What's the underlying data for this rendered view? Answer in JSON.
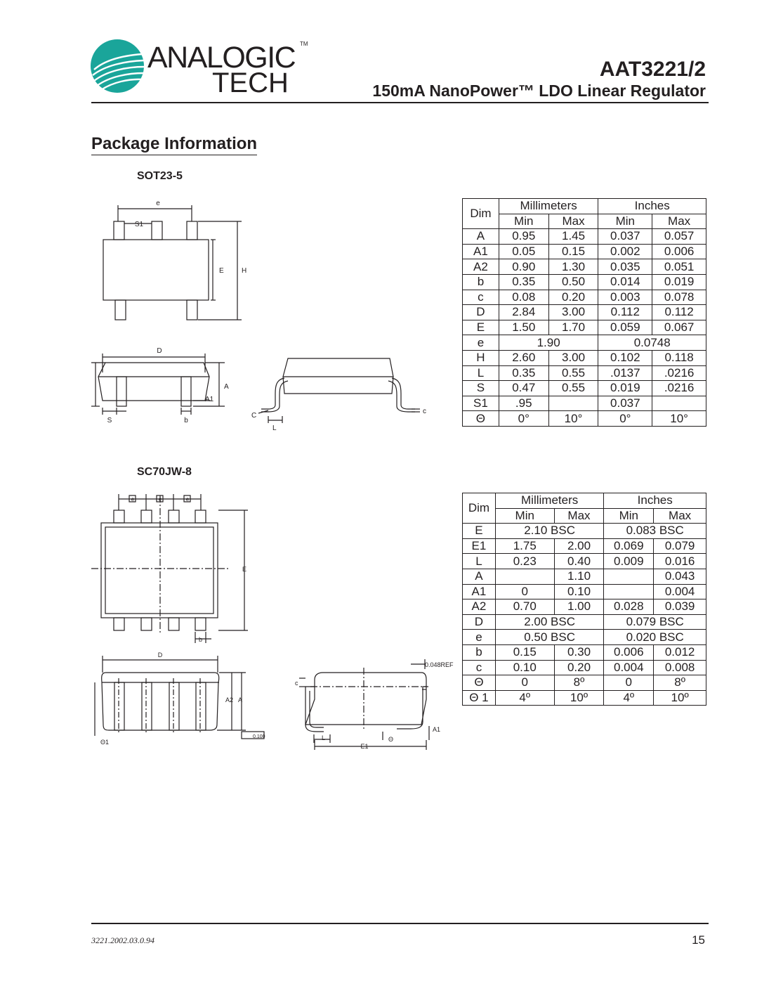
{
  "header": {
    "logo_line1": "ANALOGIC",
    "logo_line2": "TECH",
    "logo_tm": "TM",
    "part_number": "AAT3221/2",
    "subtitle": "150mA NanoPower™ LDO Linear Regulator"
  },
  "section_title": "Package Information",
  "packages": [
    {
      "name": "SOT23-5",
      "table": {
        "dim_header": "Dim",
        "group_headers": [
          "Millimeters",
          "Inches"
        ],
        "sub_headers": [
          "Min",
          "Max",
          "Min",
          "Max"
        ],
        "rows": [
          {
            "dim": "A",
            "mm_min": "0.95",
            "mm_max": "1.45",
            "in_min": "0.037",
            "in_max": "0.057"
          },
          {
            "dim": "A1",
            "mm_min": "0.05",
            "mm_max": "0.15",
            "in_min": "0.002",
            "in_max": "0.006"
          },
          {
            "dim": "A2",
            "mm_min": "0.90",
            "mm_max": "1.30",
            "in_min": "0.035",
            "in_max": "0.051"
          },
          {
            "dim": "b",
            "mm_min": "0.35",
            "mm_max": "0.50",
            "in_min": "0.014",
            "in_max": "0.019"
          },
          {
            "dim": "c",
            "mm_min": "0.08",
            "mm_max": "0.20",
            "in_min": "0.003",
            "in_max": "0.078"
          },
          {
            "dim": "D",
            "mm_min": "2.84",
            "mm_max": "3.00",
            "in_min": "0.112",
            "in_max": "0.112"
          },
          {
            "dim": "E",
            "mm_min": "1.50",
            "mm_max": "1.70",
            "in_min": "0.059",
            "in_max": "0.067"
          },
          {
            "dim": "e",
            "mm_span": "1.90",
            "in_span": "0.0748"
          },
          {
            "dim": "H",
            "mm_min": "2.60",
            "mm_max": "3.00",
            "in_min": "0.102",
            "in_max": "0.118"
          },
          {
            "dim": "L",
            "mm_min": "0.35",
            "mm_max": "0.55",
            "in_min": ".0137",
            "in_max": ".0216"
          },
          {
            "dim": "S",
            "mm_min": "0.47",
            "mm_max": "0.55",
            "in_min": "0.019",
            "in_max": ".0216"
          },
          {
            "dim": "S1",
            "mm_min": ".95",
            "mm_max": "",
            "in_min": "0.037",
            "in_max": ""
          },
          {
            "dim": "Θ",
            "mm_min": "0°",
            "mm_max": "10°",
            "in_min": "0°",
            "in_max": "10°"
          }
        ]
      },
      "labels": {
        "e": "e",
        "S1": "S1",
        "E": "E",
        "H": "H",
        "D": "D",
        "A": "A",
        "A1": "A1",
        "S": "S",
        "b": "b",
        "C": "C",
        "L": "L",
        "c": "c"
      }
    },
    {
      "name": "SC70JW-8",
      "table": {
        "dim_header": "Dim",
        "group_headers": [
          "Millimeters",
          "Inches"
        ],
        "sub_headers": [
          "Min",
          "Max",
          "Min",
          "Max"
        ],
        "rows": [
          {
            "dim": "E",
            "mm_span": "2.10 BSC",
            "in_span": "0.083 BSC"
          },
          {
            "dim": "E1",
            "mm_min": "1.75",
            "mm_max": "2.00",
            "in_min": "0.069",
            "in_max": "0.079"
          },
          {
            "dim": "L",
            "mm_min": "0.23",
            "mm_max": "0.40",
            "in_min": "0.009",
            "in_max": "0.016"
          },
          {
            "dim": "A",
            "mm_min": "",
            "mm_max": "1.10",
            "in_min": "",
            "in_max": "0.043"
          },
          {
            "dim": "A1",
            "mm_min": "0",
            "mm_max": "0.10",
            "in_min": "",
            "in_max": "0.004"
          },
          {
            "dim": "A2",
            "mm_min": "0.70",
            "mm_max": "1.00",
            "in_min": "0.028",
            "in_max": "0.039"
          },
          {
            "dim": "D",
            "mm_span": "2.00 BSC",
            "in_span": "0.079 BSC"
          },
          {
            "dim": "e",
            "mm_span": "0.50 BSC",
            "in_span": "0.020 BSC"
          },
          {
            "dim": "b",
            "mm_min": "0.15",
            "mm_max": "0.30",
            "in_min": "0.006",
            "in_max": "0.012"
          },
          {
            "dim": "c",
            "mm_min": "0.10",
            "mm_max": "0.20",
            "in_min": "0.004",
            "in_max": "0.008"
          },
          {
            "dim": "Θ",
            "mm_min": "0",
            "mm_max": "8º",
            "in_min": "0",
            "in_max": "8º"
          },
          {
            "dim": "Θ 1",
            "mm_min": "4º",
            "mm_max": "10º",
            "in_min": "4º",
            "in_max": "10º"
          }
        ]
      },
      "labels": {
        "e": "e",
        "E": "E",
        "b": "b",
        "D": "D",
        "A2": "A2",
        "A": "A",
        "theta1": "Θ1",
        "flat": "0.100",
        "ref": "0.048REF",
        "c": "c",
        "L": "L",
        "theta": "Θ",
        "E1": "E1",
        "A1": "A1"
      }
    }
  ],
  "footer": {
    "doc_id": "3221.2002.03.0.94",
    "page_number": "15"
  },
  "colors": {
    "logo_teal": "#1aa59a",
    "ink": "#231f20"
  }
}
